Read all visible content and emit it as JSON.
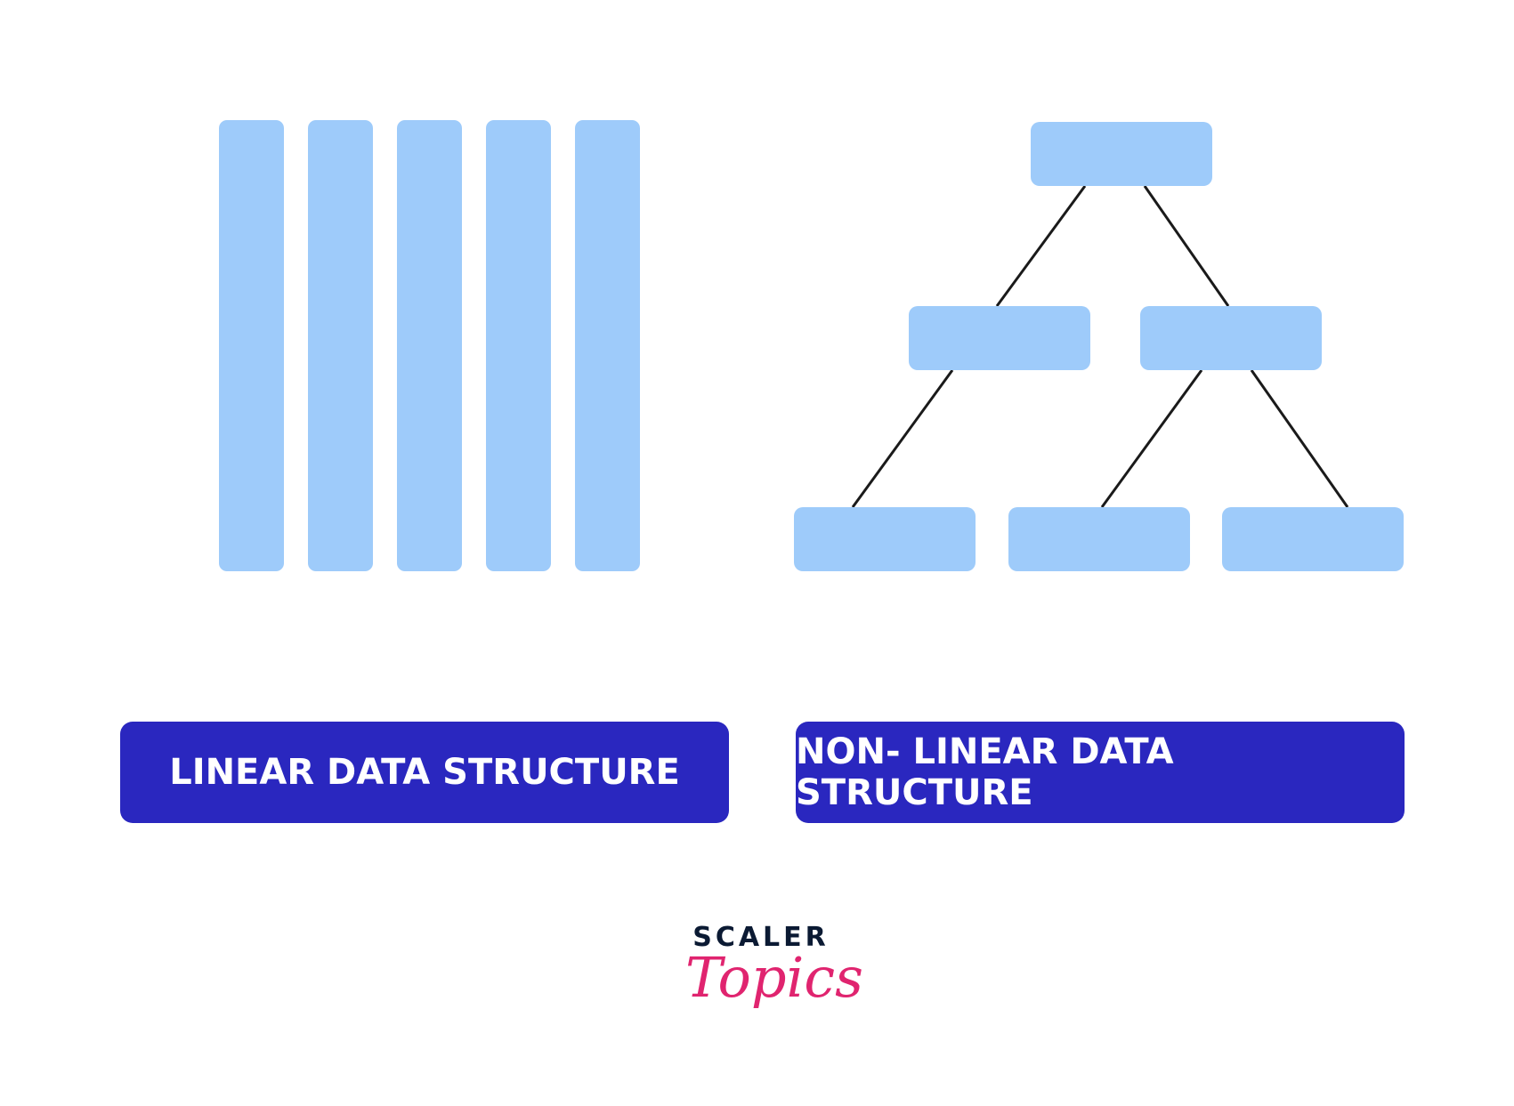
{
  "colors": {
    "node_fill": "#9ecbfa",
    "edge_stroke": "#1a1a1a",
    "label_bg": "#2a27bf",
    "label_text": "#ffffff",
    "logo_dark": "#0b1a33",
    "logo_accent": "#e0246f"
  },
  "linear": {
    "label": "LINEAR DATA STRUCTURE",
    "element_count": 5
  },
  "nonlinear": {
    "label": "NON- LINEAR DATA STRUCTURE",
    "tree": {
      "levels": [
        1,
        2,
        3
      ],
      "edges": [
        [
          "root",
          "mid-left"
        ],
        [
          "root",
          "mid-right"
        ],
        [
          "mid-left",
          "leaf-1"
        ],
        [
          "mid-right",
          "leaf-2"
        ],
        [
          "mid-right",
          "leaf-3"
        ]
      ]
    }
  },
  "logo": {
    "brand": "SCALER",
    "product": "Topics"
  }
}
